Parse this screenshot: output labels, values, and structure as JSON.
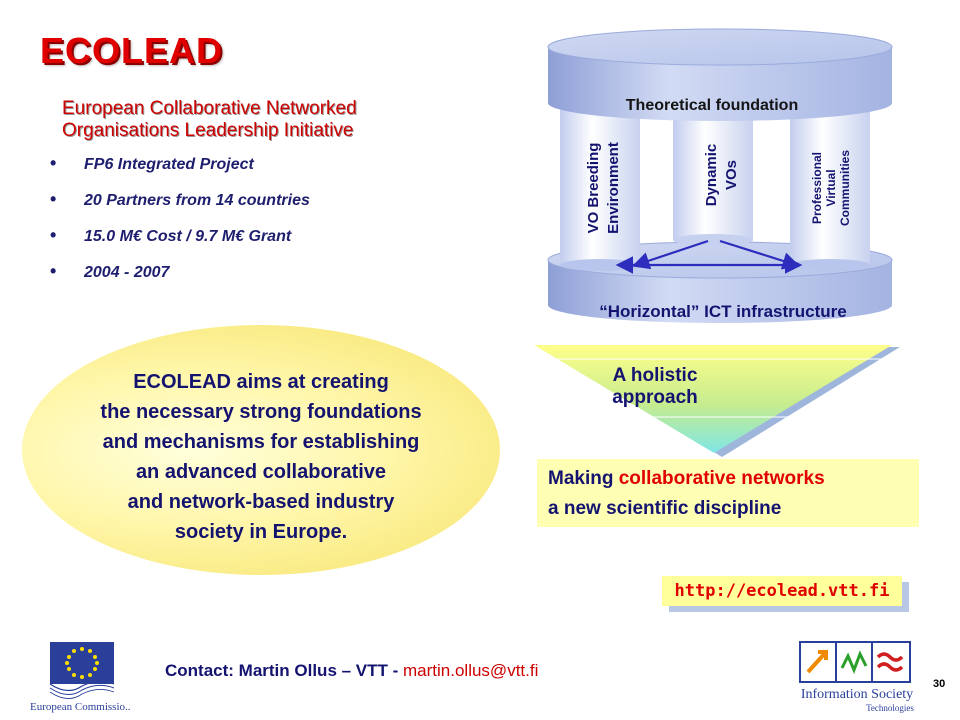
{
  "title": "ECOLEAD",
  "subtitle_lines": [
    "European Collaborative Networked",
    "Organisations Leadership Initiative"
  ],
  "bullets": [
    "FP6 Integrated Project",
    "20 Partners from 14 countries",
    "15.0 M€ Cost / 9.7 M€ Grant",
    "2004 - 2007"
  ],
  "aims_lines": [
    "ECOLEAD aims at creating",
    "the  necessary  strong  foundations",
    "and mechanisms for establishing",
    "an advanced collaborative",
    "and network-based industry",
    "society in Europe."
  ],
  "diagram": {
    "top_label": "Theoretical foundation",
    "bottom_label": "“Horizontal” ICT infrastructure",
    "pillar_left": [
      "VO Breeding",
      "Environment"
    ],
    "pillar_middle": [
      "Dynamic",
      "VOs"
    ],
    "pillar_right": [
      "Professional",
      "Virtual",
      "Communities"
    ]
  },
  "holistic_lines": [
    "A holistic",
    "approach"
  ],
  "making": {
    "l1_pre": "Making ",
    "l1_hl": "collaborative networks",
    "l2": "a new scientific discipline"
  },
  "url": "http://ecolead.vtt.fi",
  "contact": {
    "text": "Contact:  Martin Ollus – VTT - ",
    "email": "martin.ollus@vtt.fi"
  },
  "eu_caption": "European Commissio..",
  "ist": {
    "line1": "Information Society",
    "line2": "Technologies"
  },
  "page_number": "30",
  "colors": {
    "accent_red": "#e00000",
    "navy": "#141470",
    "ellipse_yellow": "#fff6a8",
    "box_yellow": "#ffffb4",
    "cylinder_blue": "#b4c2ea"
  }
}
